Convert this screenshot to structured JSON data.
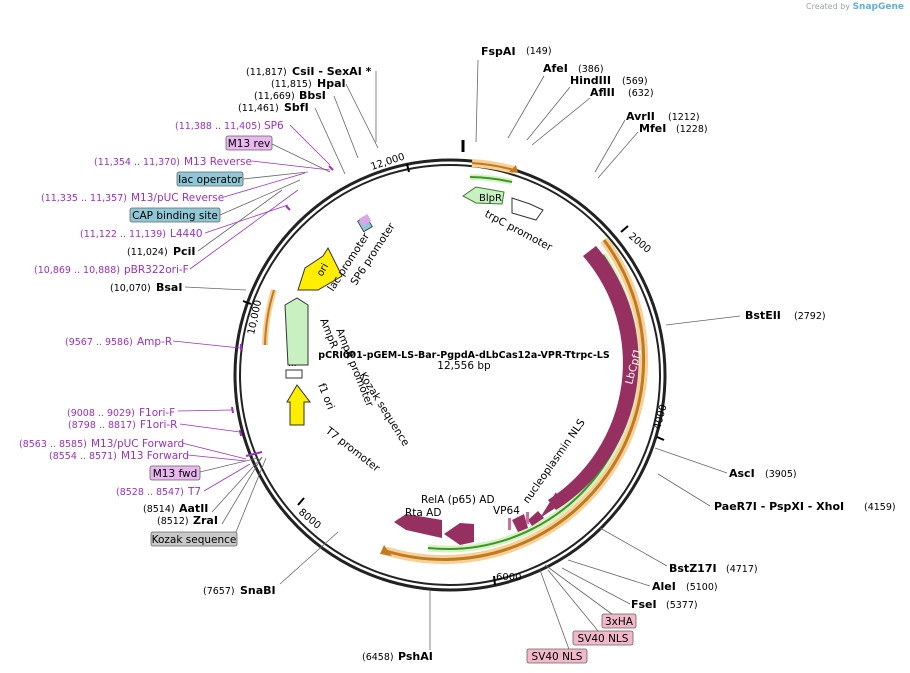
{
  "credit": {
    "prefix": "Created by",
    "brand": "SnapGene"
  },
  "plasmid": {
    "name": "pCRI001-pGEM-LS-Bar-PgpdA-dLbCas12a-VPR-Ttrpc-LS",
    "length": "12,556 bp"
  },
  "ticks": [
    "2000",
    "4000",
    "6000",
    "8000",
    "10,000",
    "12,000"
  ],
  "enzymes_top": [
    {
      "name": "FspAI",
      "pos": "(149)"
    },
    {
      "name": "AfeI",
      "pos": "(386)"
    },
    {
      "name": "HindIII",
      "pos": "(569)"
    },
    {
      "name": "AflII",
      "pos": "(632)"
    },
    {
      "name": "AvrII",
      "pos": "(1212)"
    },
    {
      "name": "MfeI",
      "pos": "(1228)"
    }
  ],
  "enzymes_right": [
    {
      "name": "BstEII",
      "pos": "(2792)"
    },
    {
      "name": "AscI",
      "pos": "(3905)"
    },
    {
      "name": "PaeR7I - PspXI - XhoI",
      "pos": "(4159)"
    },
    {
      "name": "BstZ17I",
      "pos": "(4717)"
    },
    {
      "name": "AleI",
      "pos": "(5100)"
    },
    {
      "name": "FseI",
      "pos": "(5377)"
    }
  ],
  "enzymes_bottom": [
    {
      "name": "PshAI",
      "pos": "(6458)"
    },
    {
      "name": "SnaBI",
      "pos": "(7657)"
    },
    {
      "name": "AatII",
      "pos": "(8514)"
    },
    {
      "name": "ZraI",
      "pos": "(8512)"
    }
  ],
  "enzymes_left": [
    {
      "name": "CsiI - SexAI *",
      "pos": "(11,817)"
    },
    {
      "name": "HpaI",
      "pos": "(11,815)"
    },
    {
      "name": "BbsI",
      "pos": "(11,669)"
    },
    {
      "name": "SbfI",
      "pos": "(11,461)"
    },
    {
      "name": "PciI",
      "pos": "(11,024)"
    },
    {
      "name": "BsaI",
      "pos": "(10,070)"
    }
  ],
  "primers_left": [
    {
      "name": "SP6",
      "pos": "(11,388 .. 11,405)"
    },
    {
      "name": "M13 Reverse",
      "pos": "(11,354 .. 11,370)"
    },
    {
      "name": "M13/pUC Reverse",
      "pos": "(11,335 .. 11,357)"
    },
    {
      "name": "L4440",
      "pos": "(11,122 .. 11,139)"
    },
    {
      "name": "pBR322ori-F",
      "pos": "(10,869 .. 10,888)"
    },
    {
      "name": "Amp-R",
      "pos": "(9567 .. 9586)"
    },
    {
      "name": "F1ori-F",
      "pos": "(9008 .. 9029)"
    },
    {
      "name": "F1ori-R",
      "pos": "(8798 .. 8817)"
    },
    {
      "name": "M13/pUC Forward",
      "pos": "(8563 .. 8585)"
    },
    {
      "name": "M13 Forward",
      "pos": "(8554 .. 8571)"
    },
    {
      "name": "T7",
      "pos": "(8528 .. 8547)"
    }
  ],
  "boxes": [
    {
      "label": "M13 rev",
      "color": "#e9b8ef"
    },
    {
      "label": "lac operator",
      "color": "#8fc7d6"
    },
    {
      "label": "CAP binding site",
      "color": "#8fc7d6"
    },
    {
      "label": "M13 fwd",
      "color": "#e9b8ef"
    },
    {
      "label": "Kozak sequence",
      "color": "#c8c8c8"
    },
    {
      "label": "3xHA",
      "color": "#f0b8c8"
    },
    {
      "label": "SV40 NLS",
      "color": "#f0b8c8"
    },
    {
      "label": "SV40 NLS",
      "color": "#f0b8c8"
    }
  ],
  "features": {
    "blpr": "BlpR",
    "trpc": "trpC promoter",
    "lbcpf1": "LbCpf1",
    "nucleoplasmin": "nucleoplasmin NLS",
    "vp64": "VP64",
    "rela": "RelA (p65) AD",
    "rta": "Rta AD",
    "t7promoter": "T7 promoter",
    "kozak": "Kozak sequence",
    "f1ori": "f1 ori",
    "ampr_promoter": "AmpR promoter",
    "ampr": "AmpR",
    "ori": "ori",
    "lac_promoter": "lac promoter",
    "sp6_promoter": "SP6 promoter",
    "ampr_dots": "..."
  },
  "colors": {
    "lbcpf1": "#963060",
    "orange": "#f0a030",
    "green": "#3a9a20",
    "yellow": "#ffee00",
    "lightgreen": "#c8f0c0",
    "primer": "#9b30c4"
  }
}
